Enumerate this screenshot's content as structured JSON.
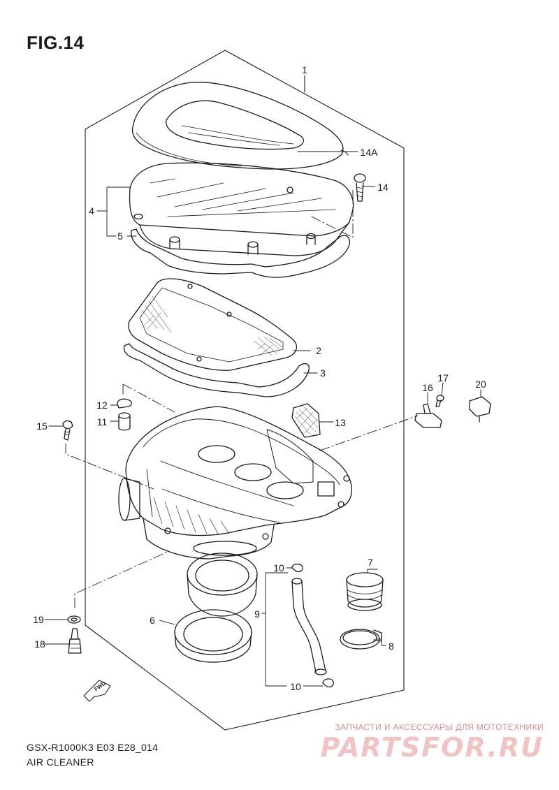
{
  "figure_title": "FIG.14",
  "callouts": {
    "c1": "1",
    "c14a": "14A",
    "c14": "14",
    "c4": "4",
    "c5": "5",
    "c2": "2",
    "c3": "3",
    "c17": "17",
    "c16": "16",
    "c20": "20",
    "c12": "12",
    "c11": "11",
    "c15": "15",
    "c13": "13",
    "c10a": "10",
    "c7": "7",
    "c9": "9",
    "c19": "19",
    "c6": "6",
    "c8": "8",
    "c18": "18",
    "c10b": "10"
  },
  "fwd_label": "FWD",
  "caption": {
    "model_code": "GSX-R1000K3 E03 E28_014",
    "section_name": "AIR CLEANER"
  },
  "watermark": {
    "tagline": "ЗАПЧАСТИ И АКСЕССУАРЫ ДЛЯ МОТОТЕХНИКИ",
    "logo": "PARTSFOR.RU"
  },
  "colors": {
    "line": "#1a1a1a",
    "watermark_text": "#d98c8c",
    "watermark_logo": "#f1c4c4",
    "background": "#ffffff"
  }
}
